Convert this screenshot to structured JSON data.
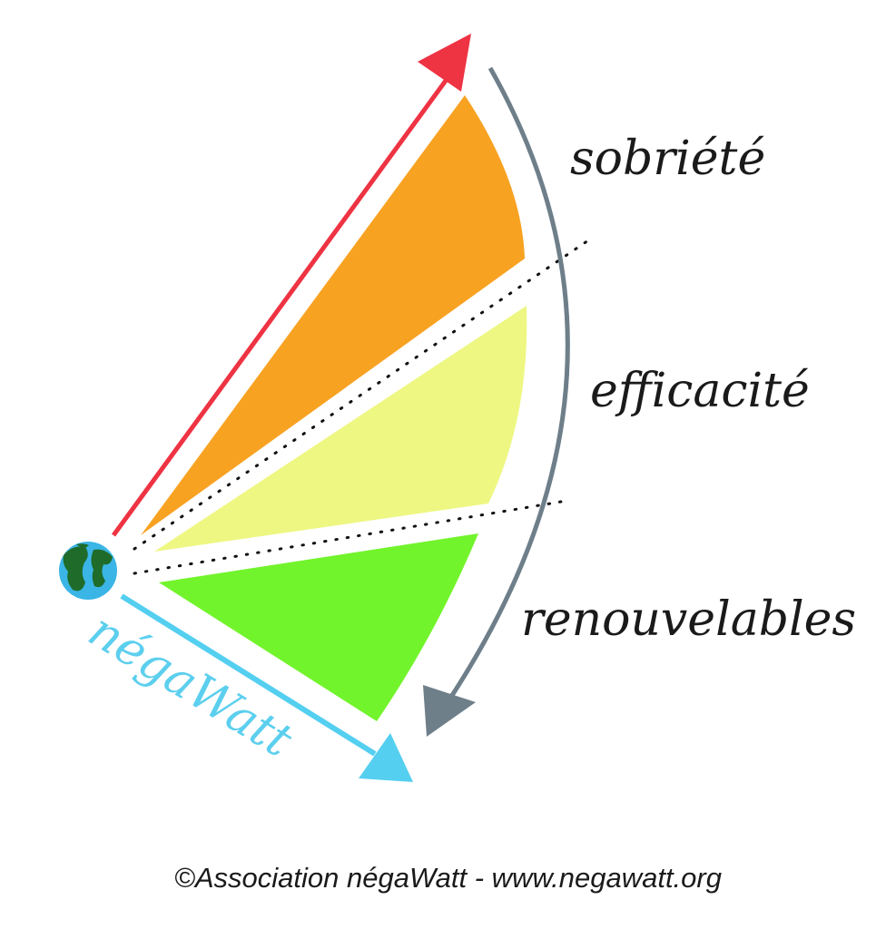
{
  "labels": {
    "sobriete": "sobriété",
    "efficacite": "efficacité",
    "renouvelables": "renouvelables",
    "brand": "négaWatt"
  },
  "footer": {
    "copyright": "©Association négaWatt - www.negawatt.org"
  },
  "icons": {
    "origin": "earth-globe-icon"
  },
  "colors": {
    "sobriete": "#f8a222",
    "efficacite": "#eef782",
    "renouvelables": "#72f42c",
    "arrow_top": "#ee3343",
    "arrow_bottom": "#54cff0",
    "arrow_curve": "#6e7f8a",
    "globe_land": "#1f6b2a",
    "globe_ocean": "#3ab5e6"
  }
}
